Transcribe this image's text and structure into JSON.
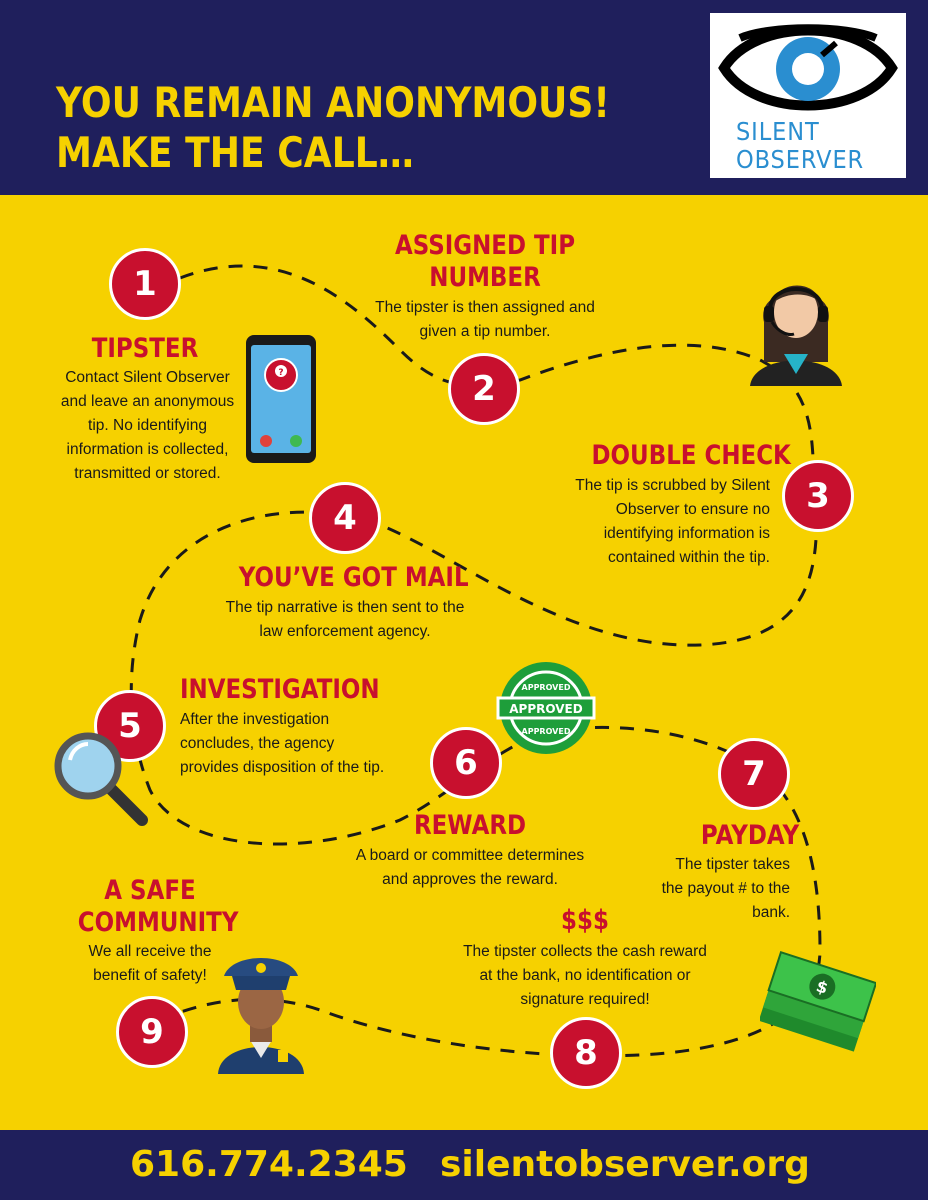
{
  "header": {
    "headline_line1": "YOU REMAIN ANONYMOUS!",
    "headline_line2": "MAKE THE CALL…",
    "logo_line1": "SILENT",
    "logo_line2": "OBSERVER"
  },
  "steps": [
    {
      "number": "1",
      "title": "TIPSTER",
      "description": "Contact Silent Observer and leave an anonymous tip. No identifying information is collected, transmitted or stored."
    },
    {
      "number": "2",
      "title_line1": "ASSIGNED TIP",
      "title_line2": "NUMBER",
      "description": "The tipster is then assigned and given a tip number."
    },
    {
      "number": "3",
      "title": "DOUBLE CHECK",
      "description": "The tip is scrubbed by Silent Observer to ensure no identifying information is contained within the tip."
    },
    {
      "number": "4",
      "title": "YOU’VE GOT MAIL",
      "description": "The tip narrative is then sent to the law enforcement agency."
    },
    {
      "number": "5",
      "title": "INVESTIGATION",
      "description": "After the investigation concludes, the agency provides disposition of the tip."
    },
    {
      "number": "6",
      "title": "REWARD",
      "description": "A board or committee determines and approves the reward."
    },
    {
      "number": "7",
      "title": "PAYDAY",
      "description": "The tipster takes the payout # to the bank."
    },
    {
      "number": "8",
      "title": "$$$",
      "description": "The tipster collects the cash reward at the bank, no identification or signature required!"
    },
    {
      "number": "9",
      "title_line1": "A SAFE",
      "title_line2": "COMMUNITY",
      "description": "We all receive the benefit of safety!"
    }
  ],
  "badge": {
    "top_text": "APPROVED",
    "center_text": "APPROVED",
    "bottom_text": "APPROVED"
  },
  "footer": {
    "phone": "616.774.2345",
    "website": "silentobserver.org"
  },
  "colors": {
    "navy": "#1f1f5c",
    "yellow": "#f6d100",
    "red": "#c8102e",
    "logo_blue": "#2a8ed0",
    "green": "#1e9e3a"
  },
  "icons": [
    "phone-icon",
    "headset-agent-icon",
    "approved-stamp-icon",
    "magnifier-icon",
    "money-icon",
    "police-officer-icon",
    "eye-logo-icon"
  ]
}
